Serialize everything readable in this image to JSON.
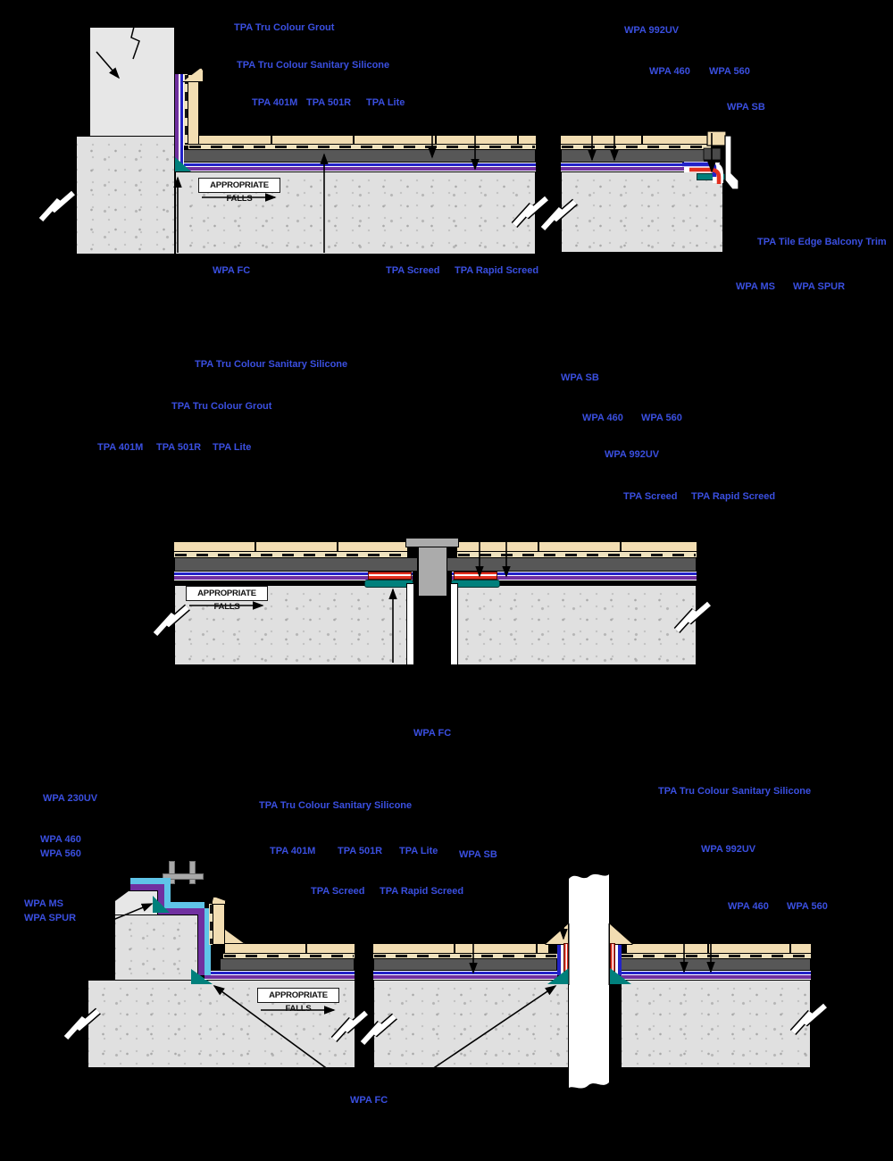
{
  "palette": {
    "background": "#000000",
    "label_blue": "#3A4FE0",
    "concrete_grey": "#E0E0E0",
    "screed_dark": "#575757",
    "tile_tan": "#F2DDB2",
    "membrane_blue": "#2323C8",
    "membrane_purple": "#7030A0",
    "membrane_cyan": "#5FC4E8",
    "sealant_teal": "#00807C",
    "joint_red": "#E23020",
    "joint_grey": "#ABABAB"
  },
  "labels": {
    "d1_grout": "TPA Tru Colour Grout",
    "d1_silicone": "TPA Tru Colour Sanitary Silicone",
    "d1_401m": "TPA 401M",
    "d1_501r": "TPA 501R",
    "d1_lite": "TPA Lite",
    "d1_992uv": "WPA 992UV",
    "d1_460": "WPA 460",
    "d1_560": "WPA 560",
    "d1_sb": "WPA SB",
    "d1_trim": "TPA Tile Edge Balcony Trim",
    "d1_ms": "WPA MS",
    "d1_spur": "WPA SPUR",
    "d1_fc": "WPA FC",
    "d1_screed": "TPA Screed",
    "d1_rapid": "TPA Rapid Screed",
    "d1_falls": "APPROPRIATE FALLS",
    "d2_silicone": "TPA Tru Colour Sanitary Silicone",
    "d2_grout": "TPA Tru Colour Grout",
    "d2_401m": "TPA 401M",
    "d2_501r": "TPA 501R",
    "d2_lite": "TPA Lite",
    "d2_sb": "WPA SB",
    "d2_460": "WPA 460",
    "d2_560": "WPA 560",
    "d2_992uv": "WPA 992UV",
    "d2_screed": "TPA Screed",
    "d2_rapid": "TPA Rapid Screed",
    "d2_fc": "WPA FC",
    "d2_falls": "APPROPRIATE FALLS",
    "d3_230uv": "WPA 230UV",
    "d3_460_left": "WPA 460",
    "d3_560_left": "WPA 560",
    "d3_ms": "WPA MS",
    "d3_spur": "WPA SPUR",
    "d3_silicone_left": "TPA Tru Colour Sanitary Silicone",
    "d3_401m": "TPA 401M",
    "d3_501r": "TPA 501R",
    "d3_lite": "TPA Lite",
    "d3_sb": "WPA SB",
    "d3_screed": "TPA Screed",
    "d3_rapid": "TPA Rapid Screed",
    "d3_silicone_right": "TPA Tru Colour Sanitary Silicone",
    "d3_992uv": "WPA 992UV",
    "d3_460_right": "WPA 460",
    "d3_560_right": "WPA 560",
    "d3_fc": "WPA FC",
    "d3_falls": "APPROPRIATE FALLS"
  }
}
